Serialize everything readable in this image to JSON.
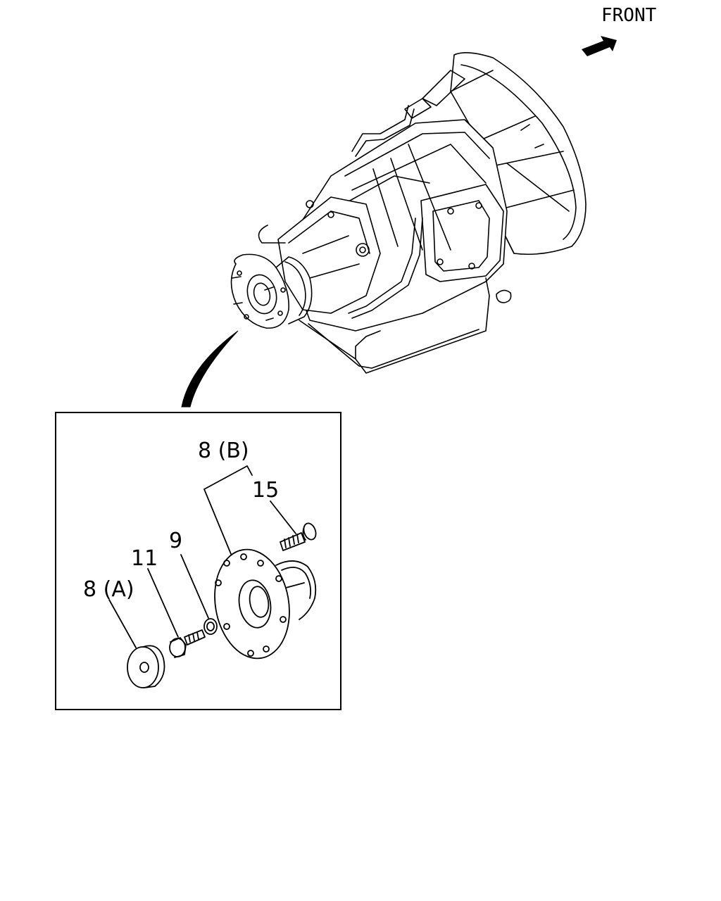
{
  "orientation": {
    "label": "FRONT"
  },
  "callouts": {
    "item_8b": "8 (B)",
    "item_15": "15",
    "item_9": "9",
    "item_11": "11",
    "item_8a": "8 (A)"
  },
  "colors": {
    "line": "#000000",
    "background": "#ffffff"
  }
}
